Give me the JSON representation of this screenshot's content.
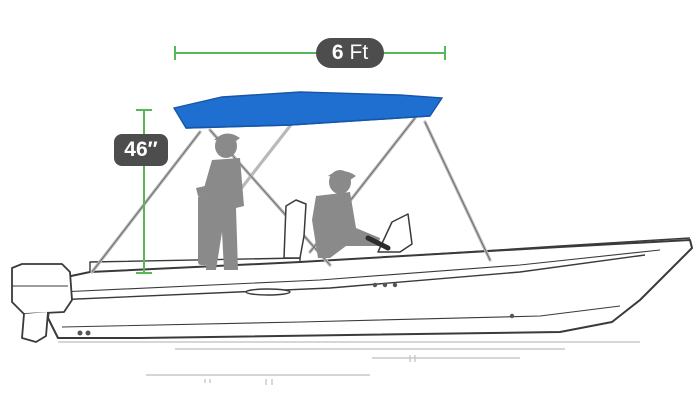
{
  "dimensions": {
    "width": {
      "value": "6",
      "unit": "Ft"
    },
    "height": {
      "value": "46″"
    }
  },
  "colors": {
    "canopy": "#1f6fd0",
    "dimension_line": "#59b75b",
    "badge_background": "#4d4d4d",
    "badge_text": "#ffffff",
    "silhouette": "#8a8a8a",
    "outline": "#3a3a3a",
    "frame": "#b9b9b9"
  },
  "icons": [
    "bimini-top-canopy",
    "center-console-boat",
    "outboard-motor",
    "person-silhouette"
  ]
}
